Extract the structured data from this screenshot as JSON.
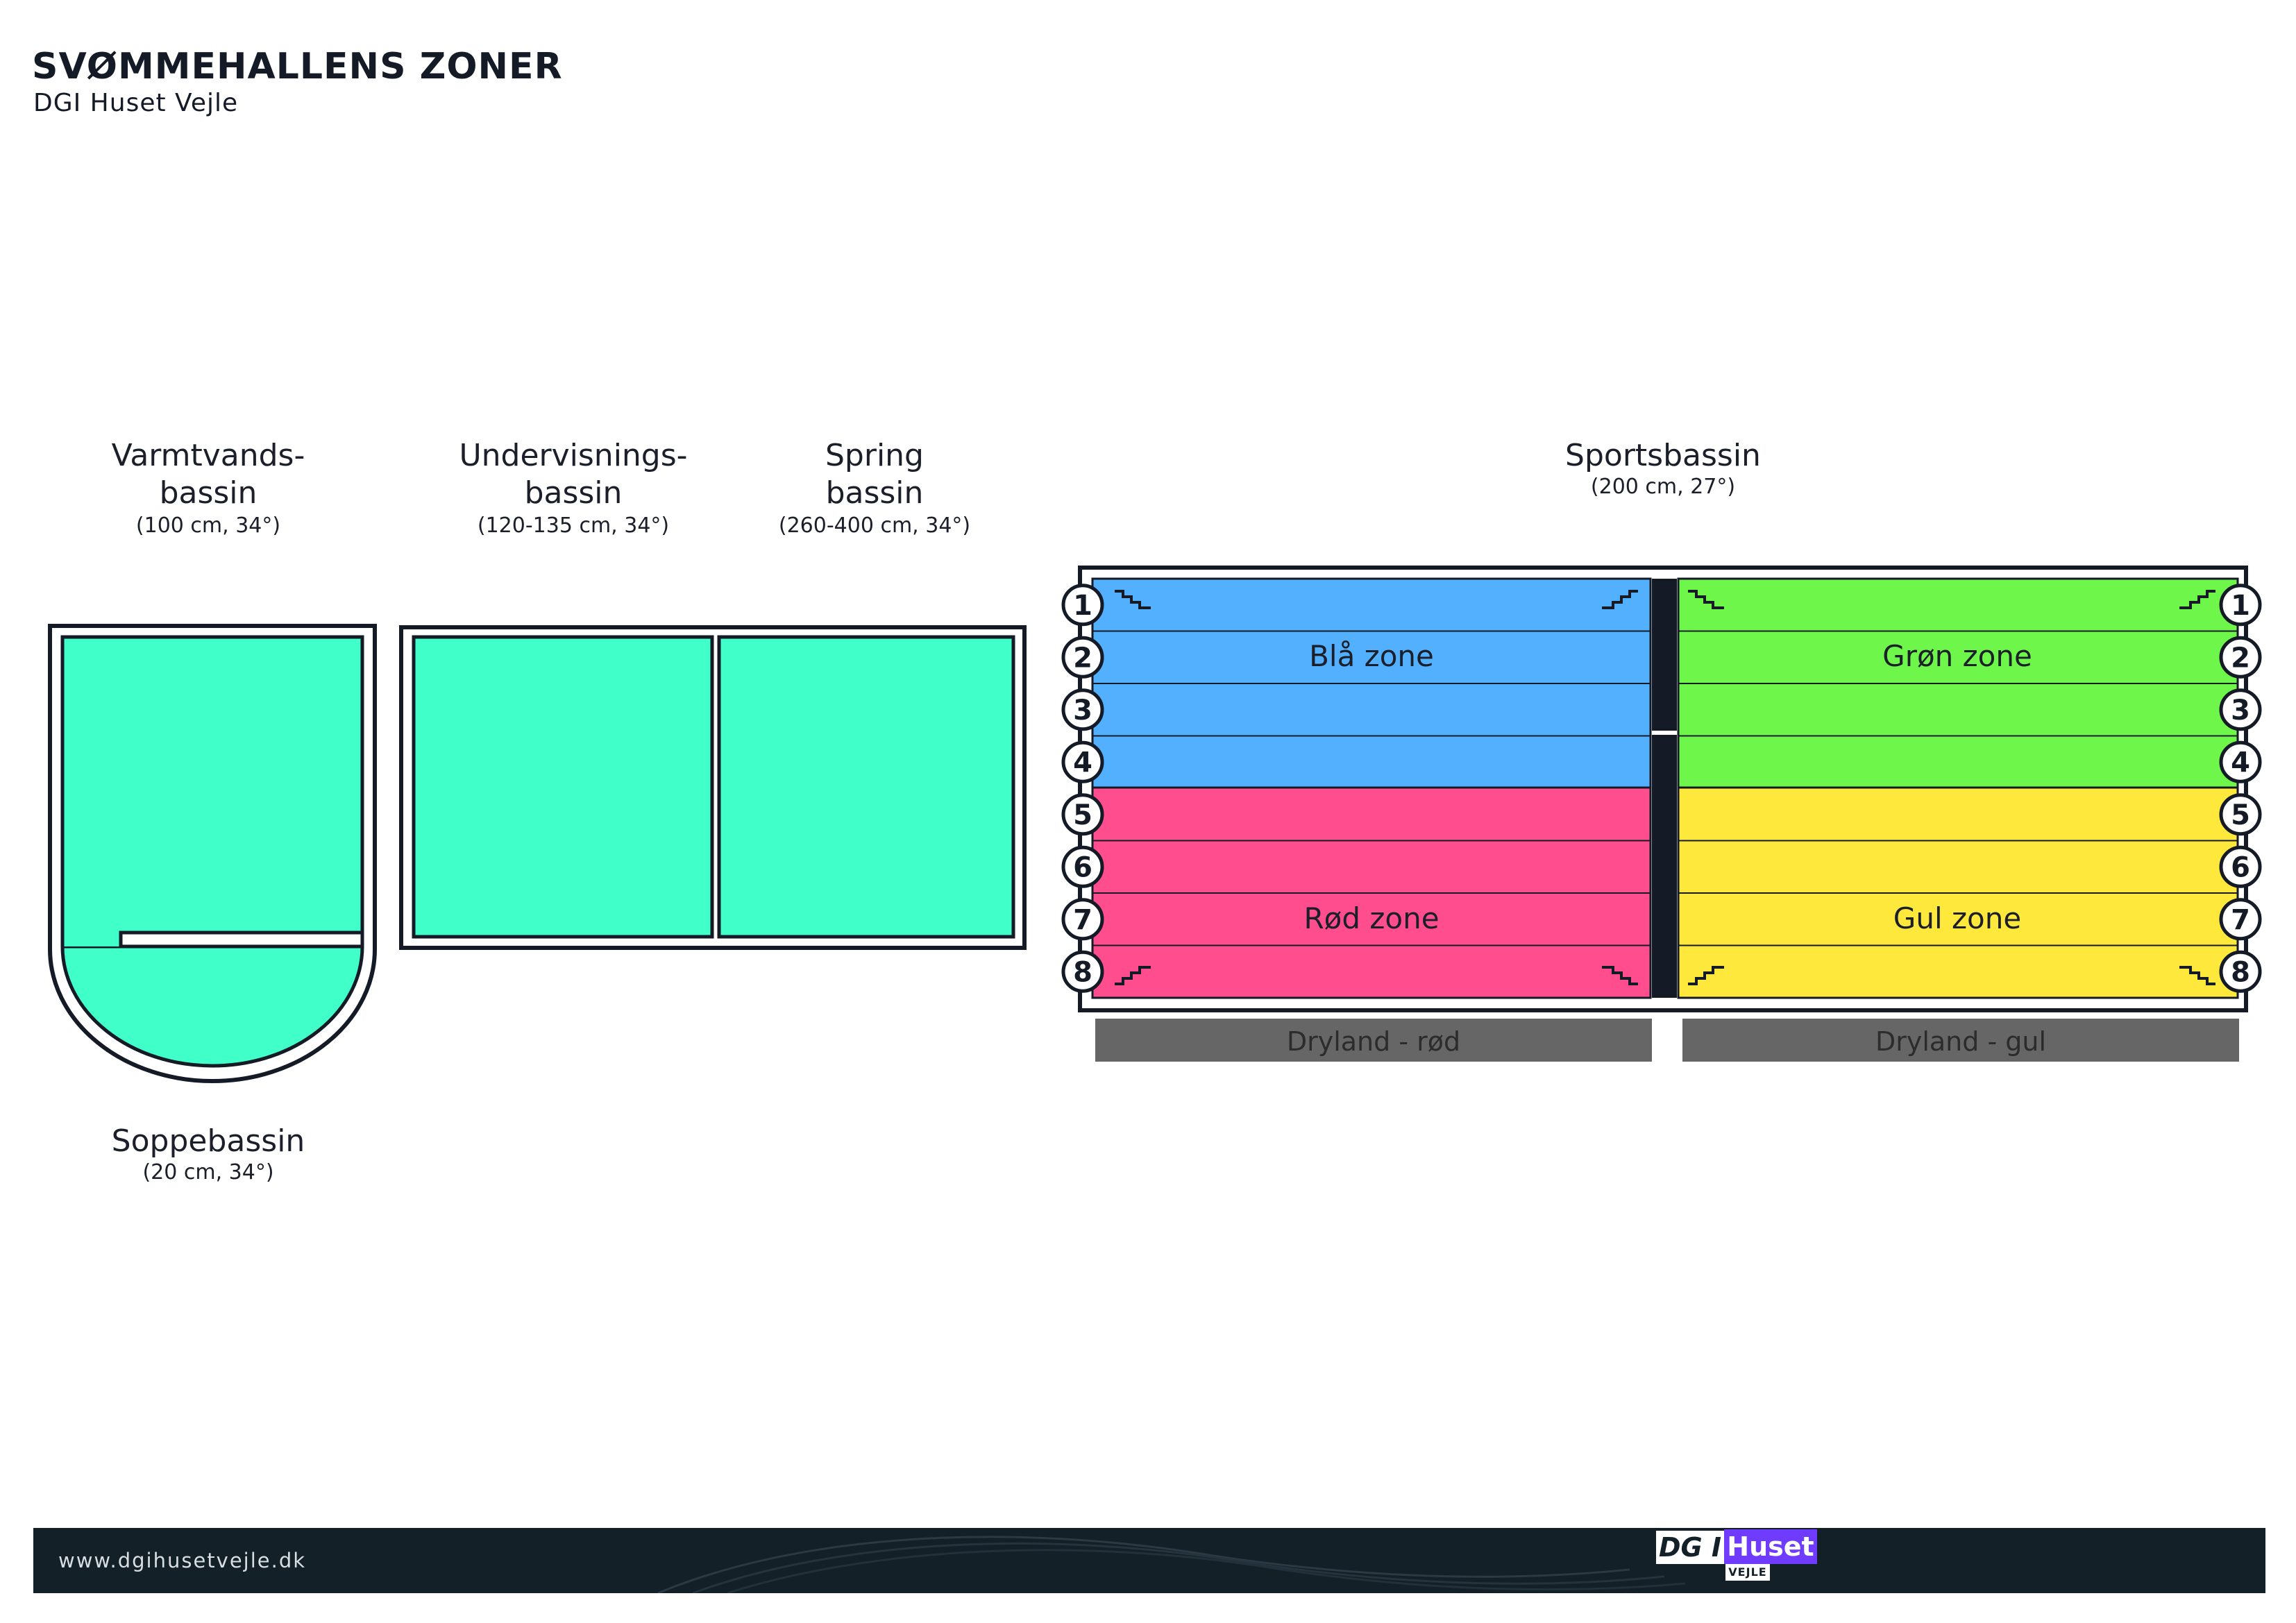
{
  "header": {
    "title": "SVØMMEHALLENS ZONER",
    "subtitle": "DGI Huset Vejle"
  },
  "pools": {
    "varmtvands": {
      "name_line1": "Varmtvands-",
      "name_line2": "bassin",
      "spec": "(100 cm, 34°)"
    },
    "undervisnings": {
      "name_line1": "Undervisnings-",
      "name_line2": "bassin",
      "spec": "(120-135 cm, 34°)"
    },
    "spring": {
      "name_line1": "Spring",
      "name_line2": "bassin",
      "spec": "(260-400 cm, 34°)"
    },
    "sports": {
      "name": "Sportsbassin",
      "spec": "(200 cm, 27°)"
    },
    "soppe": {
      "name": "Soppebassin",
      "spec": "(20 cm, 34°)"
    }
  },
  "zones": {
    "blue": {
      "label": "Blå zone",
      "color": "#52b0ff"
    },
    "green": {
      "label": "Grøn zone",
      "color": "#6ef74a"
    },
    "red": {
      "label": "Rød zone",
      "color": "#ff4d8d"
    },
    "yellow": {
      "label": "Gul zone",
      "color": "#ffe83c"
    }
  },
  "lanes": [
    "1",
    "2",
    "3",
    "4",
    "5",
    "6",
    "7",
    "8"
  ],
  "dryland": {
    "red": "Dryland - rød",
    "yellow": "Dryland - gul"
  },
  "colors": {
    "teal_water": "#41ffc9",
    "outline": "#141a26",
    "dryland_bar": "#666666",
    "footer_bg": "#132028",
    "brand_purple": "#6e3bff"
  },
  "footer": {
    "url": "www.dgihusetvejle.dk"
  },
  "logo": {
    "dgi": "DG I",
    "huset": "Huset",
    "vejle": "VEJLE"
  }
}
